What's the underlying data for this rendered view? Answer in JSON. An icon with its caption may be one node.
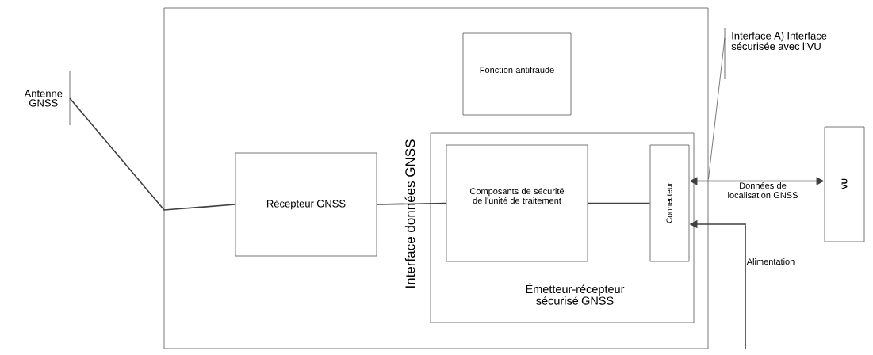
{
  "diagram": {
    "nodes": [
      {
        "text": [],
        "shape": "box"
      },
      {
        "text": [
          "Antenne GNSS"
        ]
      },
      {
        "text": [
          "Fonction antifraude"
        ],
        "in": 0
      },
      {
        "text": [
          "Récepteur GNSS"
        ],
        "in": 0
      },
      {
        "text": [
          "Émetteur-récepteur sécurisé GNSS"
        ],
        "in": 0
      },
      {
        "text": [
          "Composants de sécurité de l'unité de traitement"
        ],
        "in": 4
      },
      {
        "text": [
          "Connecteur"
        ],
        "in": 4
      },
      {
        "text": [
          "VU"
        ]
      },
      {
        "text": [
          "Interface A) Interface sécurisée avec l’VU"
        ]
      }
    ],
    "edges": [
      {
        "from": 1,
        "to": 3,
        "arrow": "none"
      },
      {
        "from": 3,
        "to": 5,
        "arrow": "none"
      },
      {
        "from": 5,
        "to": 6,
        "arrow": "none"
      },
      {
        "from": 6,
        "to": 7,
        "arrow": "both",
        "label": "Données de localisation GNSS"
      },
      {
        "from": null,
        "to": 6,
        "arrow": "to",
        "label": "Alimentation"
      },
      {
        "from": 8,
        "to": 0,
        "arrow": "none"
      }
    ],
    "labels": [
      "Interface données GNSS"
    ]
  }
}
